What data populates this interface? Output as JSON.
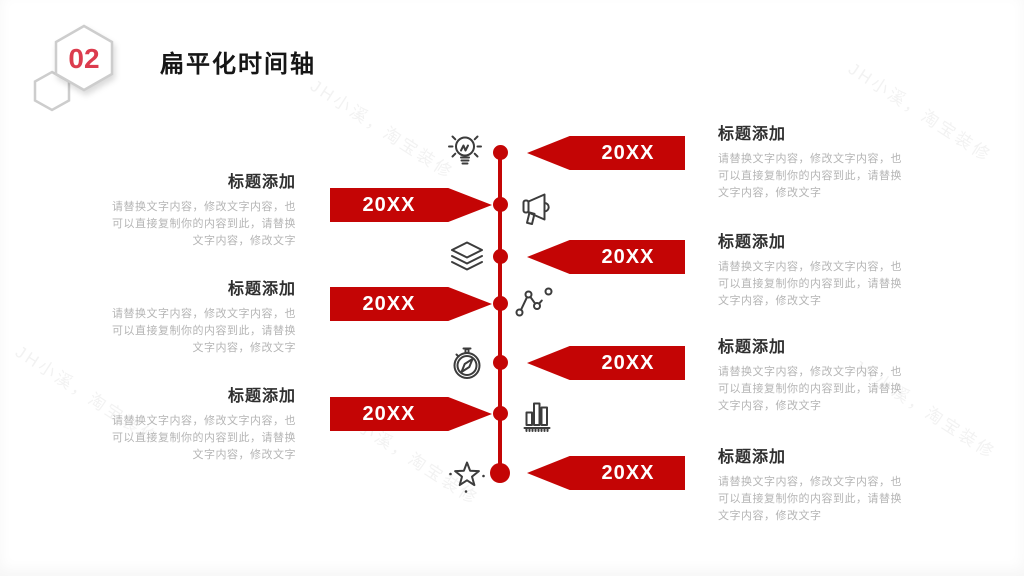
{
  "slide": {
    "badge": "02",
    "title": "扁平化时间轴"
  },
  "watermark": {
    "text": "JH小溪，淘宝装修"
  },
  "placeholder_block": {
    "title": "标题添加",
    "lines": [
      "请替换文字内容，修改文字内容，也",
      "可以直接复制你的内容到此，请替换",
      "文字内容，修改文字"
    ]
  },
  "timeline": {
    "items": [
      {
        "year": "20XX",
        "side": "right",
        "icon": "lightbulb"
      },
      {
        "year": "20XX",
        "side": "left",
        "icon": "megaphone"
      },
      {
        "year": "20XX",
        "side": "right",
        "icon": "layers"
      },
      {
        "year": "20XX",
        "side": "left",
        "icon": "scatter-chart"
      },
      {
        "year": "20XX",
        "side": "right",
        "icon": "compass"
      },
      {
        "year": "20XX",
        "side": "left",
        "icon": "bar-chart"
      },
      {
        "year": "20XX",
        "side": "right",
        "icon": "star"
      }
    ]
  },
  "colors": {
    "accent_red": "#C40505",
    "badge_red": "#DC3C4E",
    "icon_grey": "#3C3C3C",
    "body_grey": "#B5B5B5",
    "hex_outline": "#CDCDCD"
  }
}
